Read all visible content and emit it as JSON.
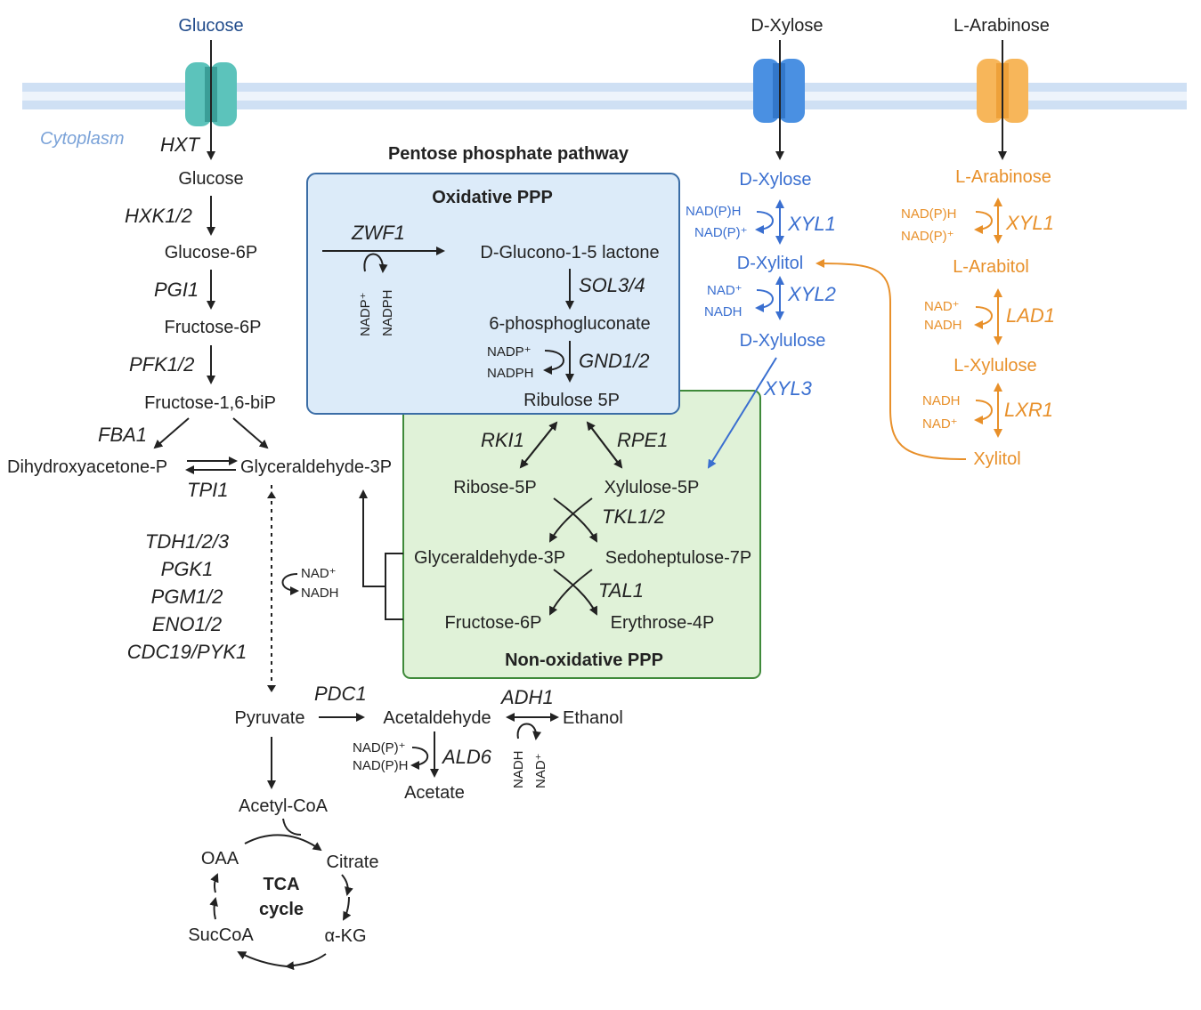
{
  "colors": {
    "membrane": "#cfe0f4",
    "ox_box": "#dcebf9",
    "ox_border": "#3b6da6",
    "nonox_box": "#e0f2d8",
    "nonox_border": "#3f8a3a",
    "xylose": "#3a6fd0",
    "arabinose": "#e8902a",
    "glucose_label": "#1f4a8a",
    "transporter_glucose": "#5cc3bb",
    "transporter_xylose": "#4a90e2",
    "transporter_arabinose": "#f7b65a"
  },
  "extracellular": {
    "glucose": "Glucose",
    "xylose": "D-Xylose",
    "arabinose": "L-Arabinose"
  },
  "cytoplasm_label": "Cytoplasm",
  "glycolysis": {
    "hxt": "HXT",
    "glucose": "Glucose",
    "hxk": "HXK1/2",
    "g6p": "Glucose-6P",
    "pgi": "PGI1",
    "f6p": "Fructose-6P",
    "pfk": "PFK1/2",
    "fbp": "Fructose-1,6-biP",
    "fba": "FBA1",
    "dhap": "Dihydroxyacetone-P",
    "g3p": "Glyceraldehyde-3P",
    "tpi": "TPI1",
    "lower_enzymes": [
      "TDH1/2/3",
      "PGK1",
      "PGM1/2",
      "ENO1/2",
      "CDC19/PYK1"
    ],
    "nad": "NAD⁺",
    "nadh": "NADH",
    "pyruvate": "Pyruvate"
  },
  "ppp": {
    "title": "Pentose phosphate pathway",
    "ox_title": "Oxidative PPP",
    "zwf": "ZWF1",
    "nadp": "NADP⁺",
    "nadph": "NADPH",
    "lactone": "D-Glucono-1-5 lactone",
    "sol": "SOL3/4",
    "pg6": "6-phosphogluconate",
    "gnd": "GND1/2",
    "ru5p": "Ribulose 5P",
    "nonox_title": "Non-oxidative PPP",
    "rki": "RKI1",
    "rpe": "RPE1",
    "r5p": "Ribose-5P",
    "xu5p": "Xylulose-5P",
    "tkl": "TKL1/2",
    "g3p": "Glyceraldehyde-3P",
    "s7p": "Sedoheptulose-7P",
    "tal": "TAL1",
    "f6p": "Fructose-6P",
    "e4p": "Erythrose-4P"
  },
  "xylose_path": {
    "xylose": "D-Xylose",
    "nadph": "NAD(P)H",
    "nadp": "NAD(P)⁺",
    "xyl1": "XYL1",
    "xylitol": "D-Xylitol",
    "nad": "NAD⁺",
    "nadh": "NADH",
    "xyl2": "XYL2",
    "xylulose": "D-Xylulose",
    "xyl3": "XYL3"
  },
  "arabinose_path": {
    "arabinose": "L-Arabinose",
    "nadph": "NAD(P)H",
    "nadp": "NAD(P)⁺",
    "xyl1": "XYL1",
    "arabitol": "L-Arabitol",
    "nad": "NAD⁺",
    "nadh": "NADH",
    "lad": "LAD1",
    "xylulose": "L-Xylulose",
    "nadh2": "NADH",
    "nad2": "NAD⁺",
    "lxr": "LXR1",
    "xylitol": "Xylitol"
  },
  "fermentation": {
    "pdc": "PDC1",
    "acetaldehyde": "Acetaldehyde",
    "adh": "ADH1",
    "ethanol": "Ethanol",
    "nadh": "NADH",
    "nad": "NAD⁺",
    "nadp": "NAD(P)⁺",
    "nadph": "NAD(P)H",
    "ald": "ALD6",
    "acetate": "Acetate",
    "acetylcoa": "Acetyl-CoA"
  },
  "tca": {
    "oaa": "OAA",
    "citrate": "Citrate",
    "akg": "α-KG",
    "succoa": "SucCoA",
    "title1": "TCA",
    "title2": "cycle"
  }
}
